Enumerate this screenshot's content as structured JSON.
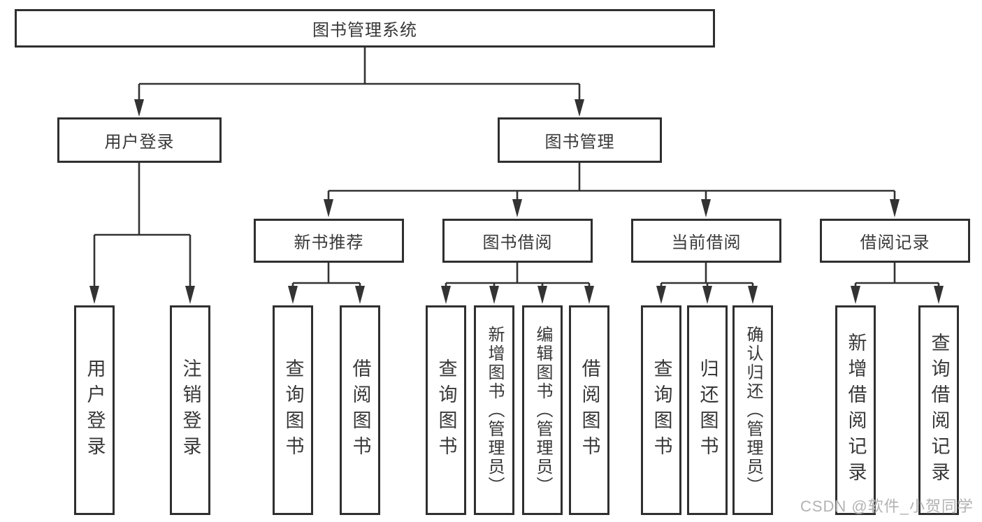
{
  "nodes": {
    "root": {
      "label": "图书管理系统"
    },
    "branches": [
      {
        "label": "用户登录",
        "children": [
          {
            "label": "用户登录"
          },
          {
            "label": "注销登录"
          }
        ]
      },
      {
        "label": "图书管理",
        "children": [
          {
            "label": "新书推荐",
            "children": [
              {
                "label": "查询图书"
              },
              {
                "label": "借阅图书"
              }
            ]
          },
          {
            "label": "图书借阅",
            "children": [
              {
                "label": "查询图书"
              },
              {
                "label": "新增图书（管理员）"
              },
              {
                "label": "编辑图书（管理员）"
              },
              {
                "label": "借阅图书"
              }
            ]
          },
          {
            "label": "当前借阅",
            "children": [
              {
                "label": "查询图书"
              },
              {
                "label": "归还图书"
              },
              {
                "label": "确认归还（管理员）"
              }
            ]
          },
          {
            "label": "借阅记录",
            "children": [
              {
                "label": "新增借阅记录"
              },
              {
                "label": "查询借阅记录"
              }
            ]
          }
        ]
      }
    ]
  },
  "watermark": {
    "text": "CSDN @软件_小贺同学"
  },
  "colors": {
    "line": "#333333",
    "box_border": "#2f2f2f",
    "text": "#383838",
    "watermark": "#b3b3b3",
    "background": "#ffffff"
  }
}
